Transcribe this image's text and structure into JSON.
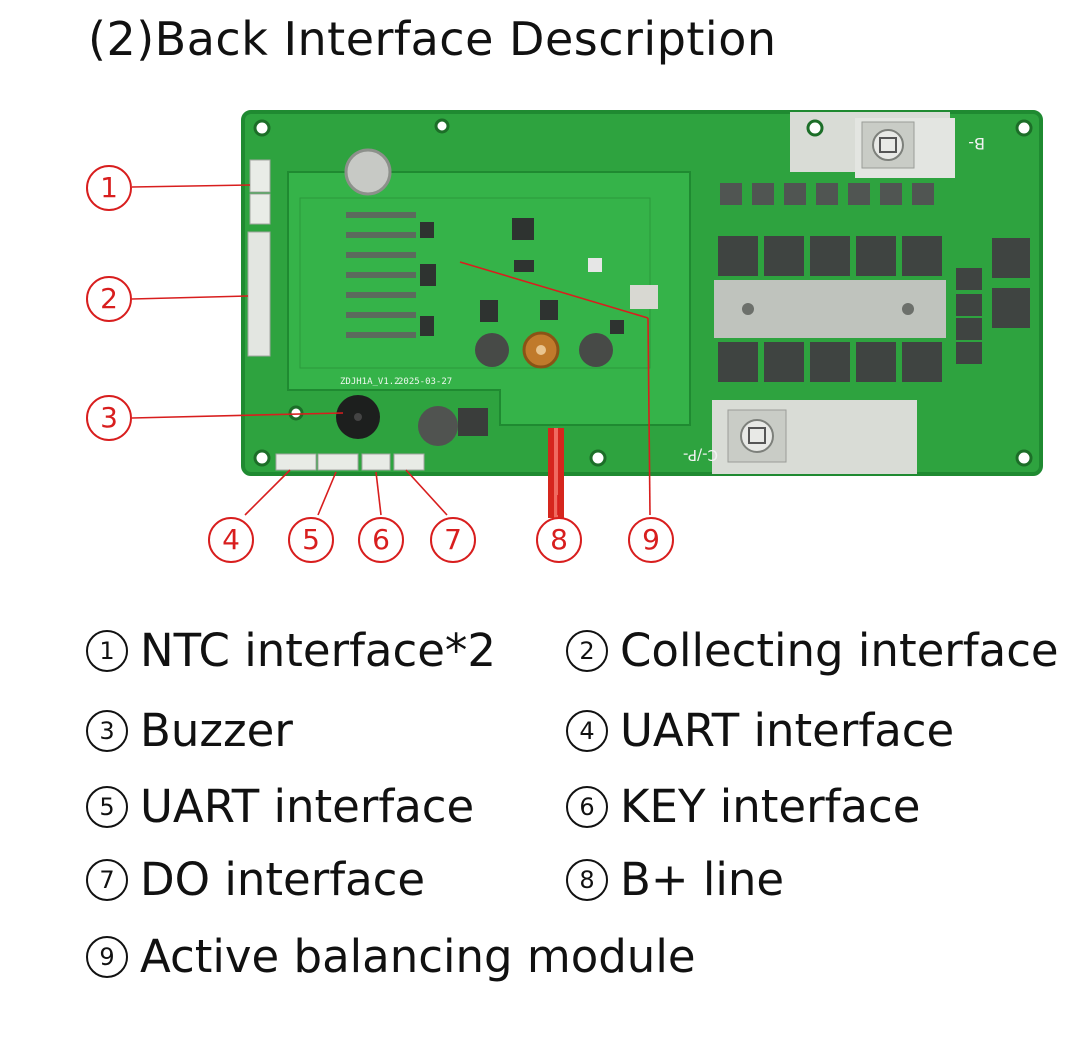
{
  "title": "(2)Back Interface Description",
  "board": {
    "labels": {
      "version": "ZDJH1A_V1.2",
      "date": "2025-03-27",
      "terminal_b": "B-",
      "terminal_cp": "C-/P-"
    }
  },
  "callouts": [
    "1",
    "2",
    "3",
    "4",
    "5",
    "6",
    "7",
    "8",
    "9"
  ],
  "legend": [
    {
      "num": "1",
      "text": "NTC interface*2"
    },
    {
      "num": "2",
      "text": "Collecting interface"
    },
    {
      "num": "3",
      "text": "Buzzer"
    },
    {
      "num": "4",
      "text": "UART interface"
    },
    {
      "num": "5",
      "text": "UART interface"
    },
    {
      "num": "6",
      "text": "KEY interface"
    },
    {
      "num": "7",
      "text": "DO interface"
    },
    {
      "num": "8",
      "text": "B+ line"
    },
    {
      "num": "9",
      "text": "Active balancing module"
    }
  ],
  "colors": {
    "accent": "#d81e1e",
    "pcb": "#2ea33f",
    "pcb_dark": "#1f7f2e"
  }
}
